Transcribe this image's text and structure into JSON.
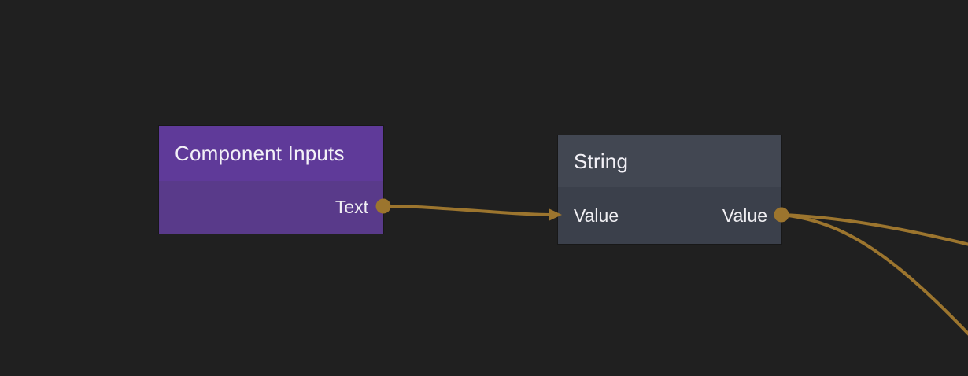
{
  "canvas": {
    "background_color": "#202020"
  },
  "colors": {
    "wire": "#9c752e",
    "port": "#9c752e",
    "component_inputs_header": "#5f3a99",
    "component_inputs_body": "#593a8a",
    "string_header": "#424752",
    "string_body": "#3b404b",
    "label_text": "#f0eff3"
  },
  "nodes": [
    {
      "title": "Component Inputs",
      "inputs": [],
      "outputs": [
        {
          "label": "Text"
        }
      ]
    },
    {
      "title": "String",
      "inputs": [
        {
          "label": "Value"
        }
      ],
      "outputs": [
        {
          "label": "Value"
        }
      ]
    }
  ],
  "connections": [
    {
      "from": "Component Inputs.Text",
      "to": "String.Value"
    },
    {
      "from": "String.Value",
      "to": "off-screen-right-upper"
    },
    {
      "from": "String.Value",
      "to": "off-screen-right-lower"
    }
  ]
}
